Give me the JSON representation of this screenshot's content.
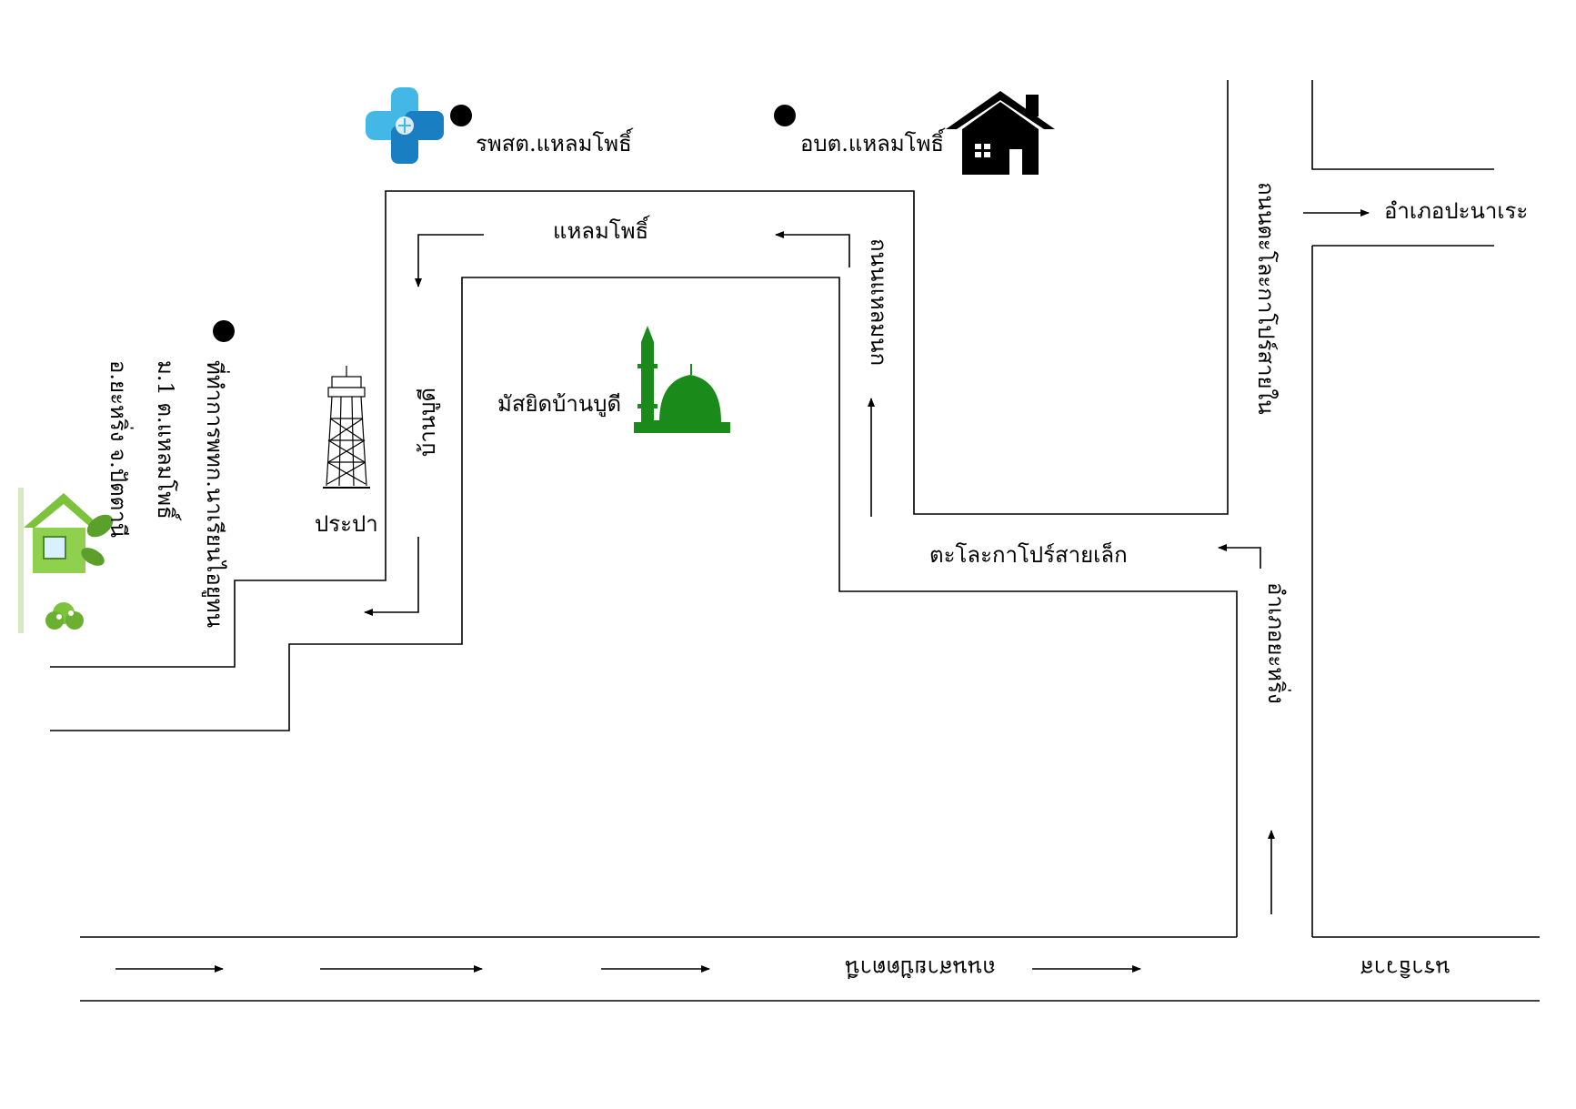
{
  "labels": {
    "hospital": "รพสต.แหลมโพธิ์",
    "sao": "อบต.แหลมโพธิ์",
    "laem_pho_road": "แหลมโพธิ์",
    "district_pana": "อำเภอปะนาเระ",
    "taloh_kapo_road": "ถนนตะโละกาโปร์สายใน",
    "moo_road": "ถนนแหลมนก",
    "ban_budi": "บ้านบูดี",
    "water_tower": "ประปา",
    "mosque": "มัสยิดบ้านบูดี",
    "taloh_small": "ตะโละกาโปร์สายเล็ก",
    "district_yaring": "อำเภอยะหริ่ง",
    "address_line1": "ที่ทำการพทก.นาเรียนไอยูทน",
    "address_line2": "ม.1 ต.แหลมโพธิ์",
    "address_line3": "อ.ยะหริ่ง จ.ปัตตานี",
    "main_road": "ถนนสายปัตตานี",
    "narathiwat": "นราธิวาส"
  },
  "colors": {
    "mosque_green": "#1a8a1a",
    "hospital_blue_light": "#43b8e6",
    "hospital_blue_dark": "#1a7fc2",
    "house_black": "#000000",
    "logo_green": "#7cc23a"
  },
  "icons": {
    "hospital": "hospital-cross-icon",
    "sao": "house-icon",
    "tower": "water-tower-icon",
    "mosque": "mosque-icon",
    "logo": "green-house-logo-icon"
  }
}
